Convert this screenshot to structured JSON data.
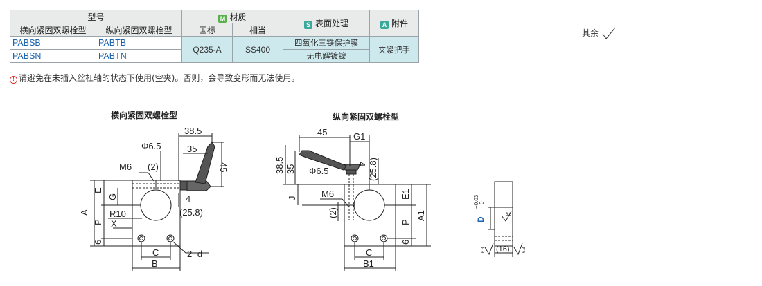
{
  "table": {
    "header_model": "型号",
    "header_horizontal": "横向紧固双螺栓型",
    "header_vertical": "纵向紧固双螺栓型",
    "header_material": "材质",
    "header_material_badge": "M",
    "header_material_std": "国标",
    "header_material_eq": "相当",
    "header_surface": "表面处理",
    "header_surface_badge": "S",
    "header_accessory": "附件",
    "header_accessory_badge": "A",
    "rows": [
      {
        "horizontal": "PABSB",
        "vertical": "PABTB"
      },
      {
        "horizontal": "PABSN",
        "vertical": "PABTN"
      }
    ],
    "material_std": "Q235-A",
    "material_eq": "SS400",
    "surface_1": "四氧化三铁保护膜",
    "surface_2": "无电解镀镍",
    "accessory": "夹紧把手"
  },
  "note": {
    "icon": "warning-circle-icon",
    "text": "请避免在未插入丝杠轴的状态下使用(空夹)。否则，会导致变形而无法使用。"
  },
  "surface_rest": "其余",
  "drawings": {
    "horizontal_title": "横向紧固双螺栓型",
    "vertical_title": "纵向紧固双螺栓型",
    "h_dims": {
      "d385": "38.5",
      "phi65": "Φ6.5",
      "d35": "35",
      "d45": "45",
      "m6": "M6",
      "p2": "(2)",
      "e": "E",
      "g": "G",
      "a": "A",
      "r10": "R10",
      "x": "X",
      "p": "P",
      "six": "6",
      "d4": "4",
      "d258": "(25.8)",
      "c": "C",
      "b": "B",
      "twod": "2−d"
    },
    "v_dims": {
      "d45": "45",
      "g1": "G1",
      "d385": "38.5",
      "d35": "35",
      "phi65": "Φ6.5",
      "d4": "4",
      "d258": "(25.8)",
      "j": "J",
      "m6": "M6",
      "p2": "(2)",
      "e1": "E1",
      "a1": "A1",
      "p": "P",
      "six": "6",
      "c": "C",
      "b1": "B1"
    },
    "s_dims": {
      "d": "D",
      "tol": "+0.03",
      "tol0": "0",
      "r63a": "6.3",
      "r63b": "6.3",
      "r63c": "6.3",
      "d16": "(16)"
    }
  }
}
